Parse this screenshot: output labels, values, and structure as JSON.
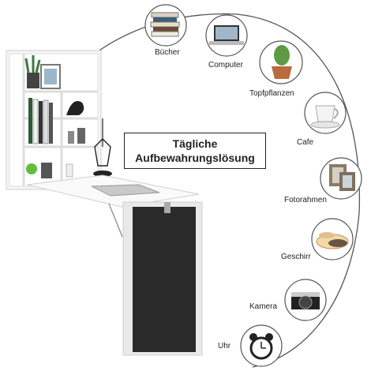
{
  "headline": {
    "line1": "Tägliche",
    "line2": "Aufbewahrungslösung"
  },
  "items": [
    {
      "label": "Bücher",
      "icon": "books-icon"
    },
    {
      "label": "Computer",
      "icon": "laptop-icon"
    },
    {
      "label": "Topfpflanzen",
      "icon": "potted-plant-icon"
    },
    {
      "label": "Cafe",
      "icon": "coffee-cup-icon"
    },
    {
      "label": "Fotorahmen",
      "icon": "photo-frames-icon"
    },
    {
      "label": "Geschirr",
      "icon": "dishes-icon"
    },
    {
      "label": "Kamera",
      "icon": "camera-icon"
    },
    {
      "label": "Uhr",
      "icon": "alarm-clock-icon"
    }
  ],
  "colors": {
    "arc": "#555555",
    "cabinet": "#ffffff",
    "chalkboard": "#2a2a2a",
    "frame": "#e9e9e9"
  }
}
